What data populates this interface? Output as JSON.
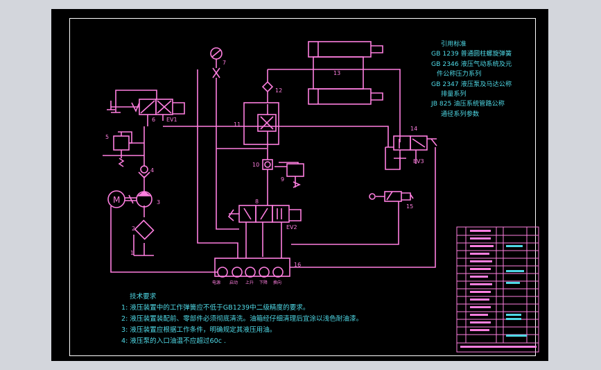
{
  "standards": {
    "heading": "引用标准",
    "lines": [
      "GB 1239 普通圆柱螺旋弹簧",
      "GB 2346 液压气动系统及元",
      "件公称压力系列",
      "GB 2347 液压泵及马达公称",
      "排量系列",
      "JB 825 油压系统管路公称",
      "通径系列参数"
    ]
  },
  "tech_requirements": {
    "heading": "技术要求",
    "items": [
      "1: 液压装置中的工作弹簧应不低于GB1239中二级精度的要求。",
      "2: 液压装置装配前、零部件必须彻底清洗。油箱经仔细清理后宜涂以浅色耐油漆。",
      "3: 液压装置应根据工作条件，明确规定其液压用油。",
      "4: 液压泵的入口油温不应超过60c ."
    ]
  },
  "component_labels": {
    "c1": "1",
    "c2": "2",
    "c3": "3",
    "c4": "4",
    "c5": "5",
    "c6": "6",
    "c7": "7",
    "c8": "8",
    "c9": "9",
    "c10": "10",
    "c11": "11",
    "c12": "12",
    "c13": "13",
    "c14": "14",
    "c15": "15",
    "c16": "16",
    "motor": "M",
    "ev1": "EV1",
    "ev2": "EV2",
    "ev3": "EV3"
  },
  "panel_labels": [
    "电源",
    "启动",
    "上升",
    "下降",
    "换向"
  ],
  "colors": {
    "background": "#000000",
    "line": "#ff7fe0",
    "text": "#4fd9e6",
    "frame": "#ffffff",
    "outer": "#d3d6dc"
  }
}
